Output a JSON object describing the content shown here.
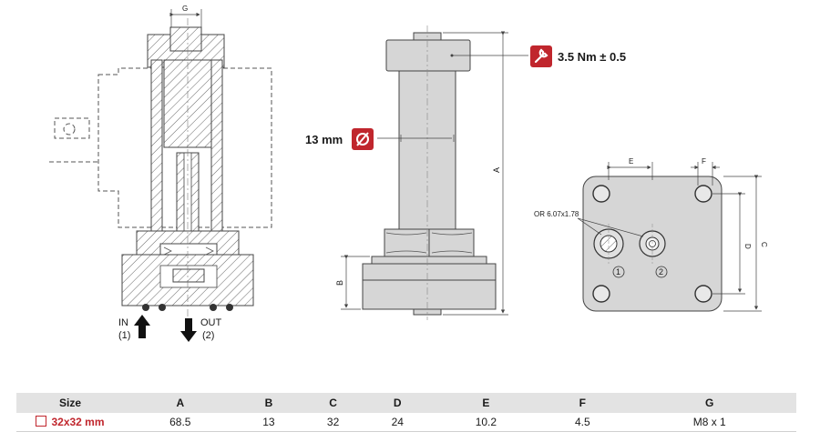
{
  "section_view": {
    "dimension_g": "G",
    "inlet_label": "IN",
    "inlet_port": "(1)",
    "outlet_label": "OUT",
    "outlet_port": "(2)"
  },
  "side_view": {
    "torque_value": "3.5 Nm ± 0.5",
    "torque_icon": "wrench-icon",
    "diameter_value": "13 mm",
    "diameter_icon": "diameter-symbol-icon",
    "dimension_a": "A",
    "dimension_b": "B"
  },
  "base_view": {
    "dimension_e": "E",
    "dimension_f": "F",
    "dimension_d": "D",
    "dimension_c": "C",
    "oring_spec": "OR 6.07x1.78",
    "port_1": "1",
    "port_2": "2"
  },
  "colors": {
    "accent": "#c0262d",
    "header_bg": "#e3e3e3",
    "hatch": "#555555"
  },
  "table": {
    "headers": [
      "Size",
      "A",
      "B",
      "C",
      "D",
      "E",
      "F",
      "G"
    ],
    "rows": [
      {
        "size": "32x32 mm",
        "values": [
          "68.5",
          "13",
          "32",
          "24",
          "10.2",
          "4.5",
          "M8 x 1"
        ]
      }
    ]
  }
}
